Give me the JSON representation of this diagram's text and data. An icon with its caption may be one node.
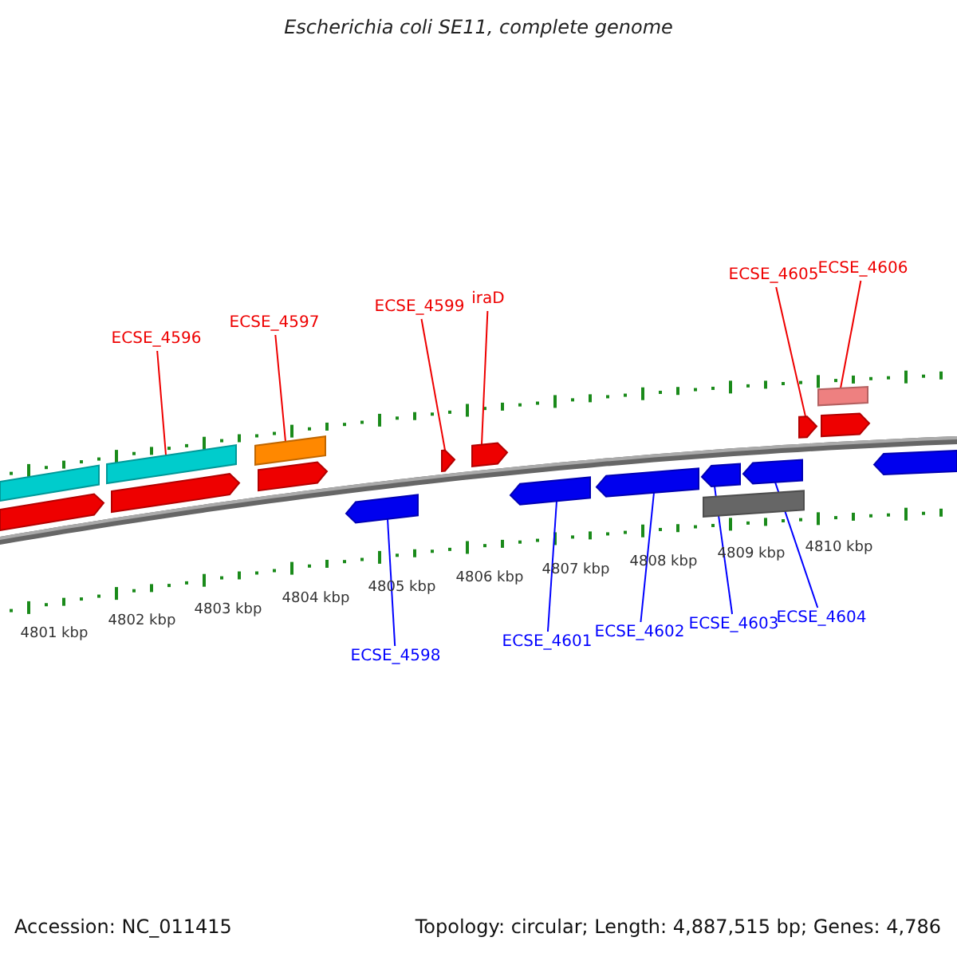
{
  "diagram": {
    "title": "Escherichia coli SE11, complete genome",
    "nodes": [
      {
        "text": [
          "ECSE_4596"
        ]
      },
      {
        "text": [
          "ECSE_4597"
        ]
      },
      {
        "text": [
          "ECSE_4599"
        ]
      },
      {
        "text": [
          "iraD"
        ]
      },
      {
        "text": [
          "ECSE_4605"
        ]
      },
      {
        "text": [
          "ECSE_4606"
        ]
      },
      {
        "text": [
          "ECSE_4598"
        ]
      },
      {
        "text": [
          "ECSE_4601"
        ]
      },
      {
        "text": [
          "ECSE_4602"
        ]
      },
      {
        "text": [
          "ECSE_4603"
        ]
      },
      {
        "text": [
          "ECSE_4604"
        ]
      },
      {
        "text": [],
        "shape": "bar"
      },
      {
        "text": [],
        "shape": "bar"
      },
      {
        "text": [],
        "shape": "bar"
      },
      {
        "text": [],
        "shape": "bar"
      },
      {
        "text": [],
        "shape": "bar"
      },
      {
        "text": [],
        "shape": "bar"
      },
      {
        "text": [],
        "shape": "bar"
      },
      {
        "text": [],
        "shape": "bar"
      },
      {
        "text": [],
        "shape": "bar"
      },
      {
        "text": [],
        "shape": "bar"
      },
      {
        "text": [],
        "shape": "bar"
      },
      {
        "text": [],
        "shape": "bar"
      },
      {
        "text": [],
        "shape": "bar"
      },
      {
        "text": [],
        "shape": "bar"
      },
      {
        "text": [],
        "shape": "bar"
      },
      {
        "text": [],
        "shape": "bar"
      },
      {
        "text": [],
        "shape": "bar"
      },
      {
        "text": [],
        "shape": "bar"
      }
    ],
    "edges": [
      {
        "from": 0,
        "to": 13,
        "arrow": "none"
      },
      {
        "from": 1,
        "to": 15,
        "arrow": "none"
      },
      {
        "from": 2,
        "to": 18,
        "arrow": "none"
      },
      {
        "from": 3,
        "to": 19,
        "arrow": "none"
      },
      {
        "from": 4,
        "to": 25,
        "arrow": "none"
      },
      {
        "from": 5,
        "to": 26,
        "arrow": "none"
      },
      {
        "from": 6,
        "to": 17,
        "arrow": "none",
        "color": "#0000ff"
      },
      {
        "from": 7,
        "to": 20,
        "arrow": "none",
        "color": "#0000ff"
      },
      {
        "from": 8,
        "to": 21,
        "arrow": "none",
        "color": "#0000ff"
      },
      {
        "from": 9,
        "to": 22,
        "arrow": "none",
        "color": "#0000ff"
      },
      {
        "from": 10,
        "to": 24,
        "arrow": "none",
        "color": "#0000ff"
      }
    ],
    "labels": [
      "4801 kbp",
      "4802 kbp",
      "4803 kbp",
      "4804 kbp",
      "4805 kbp",
      "4806 kbp",
      "4807 kbp",
      "4808 kbp",
      "4809 kbp",
      "4810 kbp",
      "Accession: NC_011415",
      "Topology: circular; Length: 4,887,515 bp; Genes: 4,786"
    ]
  }
}
